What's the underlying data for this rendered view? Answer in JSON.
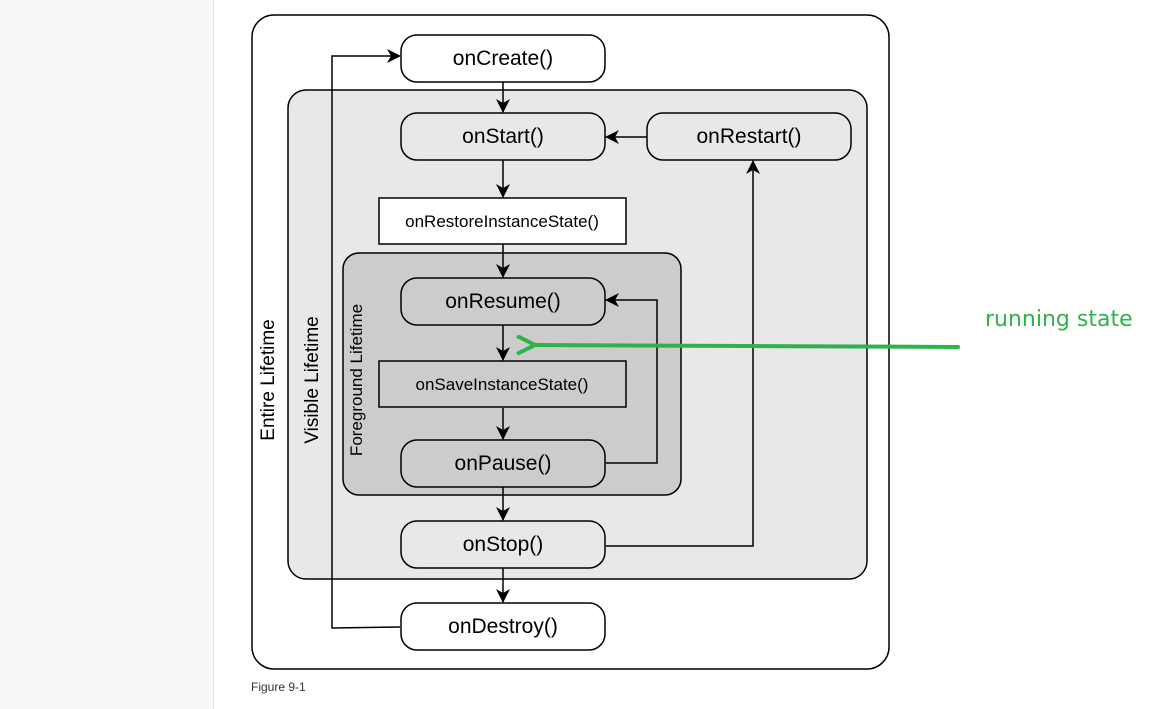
{
  "diagram": {
    "lifetimes": {
      "entire": "Entire Lifetime",
      "visible": "Visible Lifetime",
      "foreground": "Foreground Lifetime"
    },
    "nodes": {
      "on_create": "onCreate()",
      "on_start": "onStart()",
      "on_restart": "onRestart()",
      "on_restore_instance_state": "onRestoreInstanceState()",
      "on_resume": "onResume()",
      "on_save_instance_state": "onSaveInstanceState()",
      "on_pause": "onPause()",
      "on_stop": "onStop()",
      "on_destroy": "onDestroy()"
    },
    "caption": "Figure 9-1"
  },
  "annotation": {
    "text": "running state",
    "color": "#2db34a"
  },
  "colors": {
    "visible_fill": "#e8e8e8",
    "foreground_fill": "#cccccc",
    "stroke": "#000000"
  }
}
